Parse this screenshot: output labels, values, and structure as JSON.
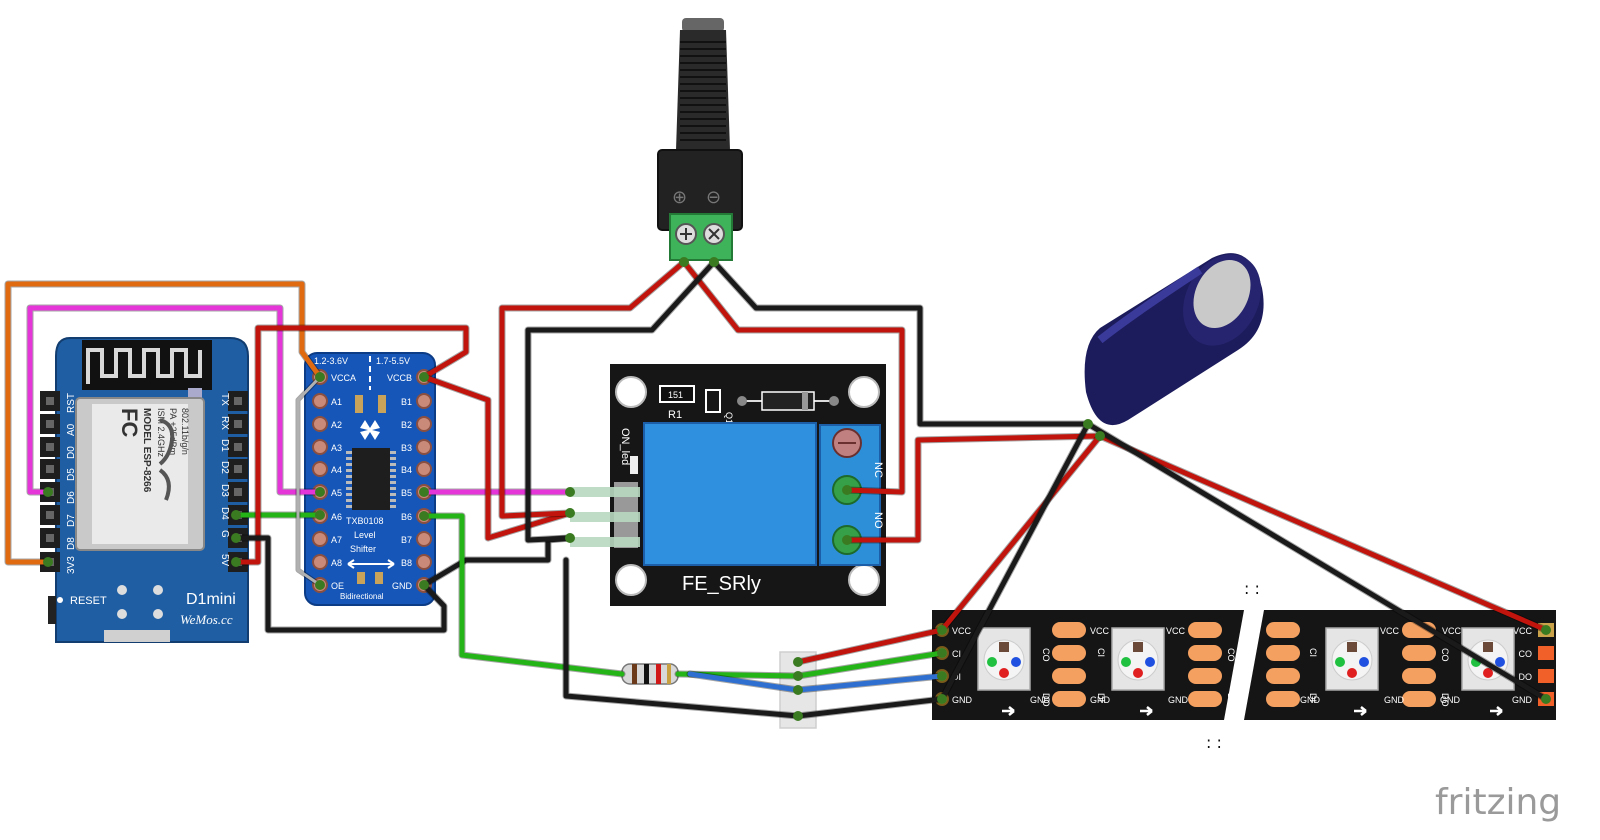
{
  "watermark": "fritzing",
  "d1mini": {
    "left_pins": [
      "RST",
      "A0",
      "D0",
      "D5",
      "D6",
      "D7",
      "D8",
      "3V3"
    ],
    "right_pins": [
      "TX",
      "RX",
      "D1",
      "D2",
      "D3",
      "D4",
      "G",
      "5V"
    ],
    "module_lines": [
      "MODEL ESP-8266",
      "ISM 2.4GHz",
      "PA +25dBm",
      "802.11b/g/n"
    ],
    "brand_fc": "FC",
    "reset": "RESET",
    "name": "D1mini",
    "site": "WeMos.cc"
  },
  "level_shifter": {
    "left_header": "1.2-3.6V",
    "right_header": "1.7-5.5V",
    "left_pins": [
      "VCCA",
      "A1",
      "A2",
      "A3",
      "A4",
      "A5",
      "A6",
      "A7",
      "A8",
      "OE"
    ],
    "right_pins": [
      "VCCB",
      "B1",
      "B2",
      "B3",
      "B4",
      "B5",
      "B6",
      "B7",
      "B8",
      "GND"
    ],
    "chip": "TXB0108",
    "line1": "Level",
    "line2": "Shifter",
    "footer": "Bidirectional"
  },
  "relay": {
    "name": "FE_SRly",
    "r1_code": "151",
    "r1_label": "R1",
    "q1_label": "Q1",
    "on_led": "ON_led",
    "nc_label": "NC",
    "no_label": "NO"
  },
  "led_strip": {
    "pin_labels": [
      "VCC",
      "CI",
      "DI",
      "GND"
    ],
    "right_pin_labels": [
      "VCC",
      "CO",
      "DO",
      "GND"
    ],
    "pad_vcc": "VCC",
    "pad_co": "CO",
    "pad_ci": "CI",
    "pad_do": "DO",
    "pad_di": "DI",
    "pad_gnd": "GND",
    "break_dots": ": :"
  },
  "colors": {
    "wire_red": "#c0140c",
    "wire_black": "#1a1a1a",
    "wire_green": "#25b418",
    "wire_magenta": "#e535d8",
    "wire_orange": "#e06a10",
    "wire_blue": "#2e6fd0",
    "pcb_blue": "#1656b8",
    "d1_blue": "#1f5ea3",
    "relay_black": "#161616",
    "cap_navy": "#1c1b5c"
  }
}
